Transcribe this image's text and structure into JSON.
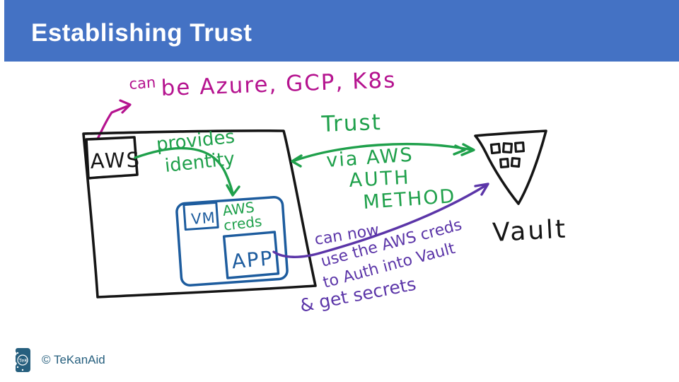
{
  "slide": {
    "title": "Establishing Trust",
    "footer": {
      "copyright": "© TeKanAid",
      "logo_text": "TeK"
    }
  },
  "colors": {
    "header_blue": "#4472C4",
    "ink_black": "#151515",
    "ink_green": "#1FA04B",
    "ink_magenta": "#B5138F",
    "ink_purple": "#5B35A8",
    "ink_blue": "#1D5C9E",
    "brand_teal": "#265F7E"
  },
  "diagram": {
    "aws_box": {
      "label": "AWS"
    },
    "vm_box": {
      "label": "VM"
    },
    "app_box": {
      "label": "APP"
    },
    "vault": {
      "label": "Vault"
    },
    "annotations": {
      "can_prefix": "can",
      "can_alternatives": "be Azure, GCP, K8s",
      "provides_line1": "provides",
      "provides_line2": "identity",
      "aws_creds_line1": "AWS",
      "aws_creds_line2": "creds",
      "trust_title": "Trust",
      "trust_via_line1": "via AWS",
      "trust_via_line2": "AUTH",
      "trust_via_line3": "METHOD",
      "purple_note_line1": "can now",
      "purple_note_line2": "use the AWS creds",
      "purple_note_line3": "to Auth into Vault",
      "purple_note_line4": "& get secrets"
    }
  }
}
